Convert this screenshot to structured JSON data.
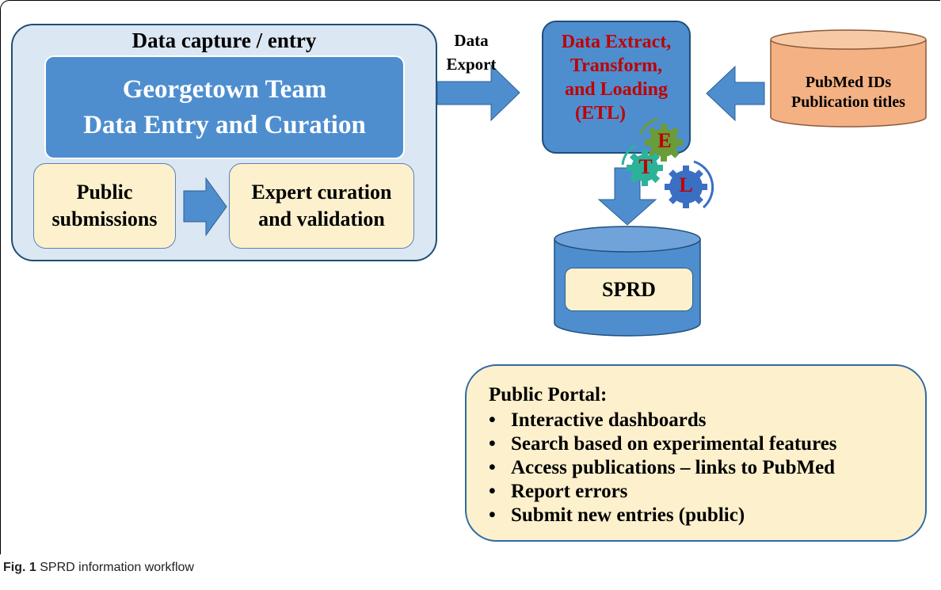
{
  "capture": {
    "title": "Data capture / entry",
    "team_line1": "Georgetown Team",
    "team_line2": "Data Entry and Curation",
    "public_line1": "Public",
    "public_line2": "submissions",
    "expert_line1": "Expert curation",
    "expert_line2": "and validation"
  },
  "export": {
    "line1": "Data",
    "line2": "Export"
  },
  "etl": {
    "line1": "Data Extract,",
    "line2": "Transform,",
    "line3": "and Loading",
    "line4": "(ETL)",
    "gear_e": "E",
    "gear_t": "T",
    "gear_l": "L"
  },
  "pubmed": {
    "line1": "PubMed IDs",
    "line2": "Publication titles"
  },
  "sprd": {
    "label": "SPRD"
  },
  "portal": {
    "title": "Public  Portal:",
    "items": [
      "Interactive dashboards",
      "Search based on experimental features",
      "Access publications – links to PubMed",
      "Report errors",
      "Submit new entries (public)"
    ],
    "bullet": "•"
  },
  "caption": {
    "label": "Fig. 1",
    "text": "SPRD information workflow"
  },
  "colors": {
    "box_blue": "#4e8ecf",
    "outline_blue": "#1f4e79",
    "capture_bg": "#dbe7f3",
    "yellow": "#fdf0cc",
    "etl_text": "#c00000",
    "pubmed_orange": "#f4b183",
    "gear_e": "#6a9c3a",
    "gear_t": "#2bb39a",
    "gear_l": "#3a6fc4"
  }
}
